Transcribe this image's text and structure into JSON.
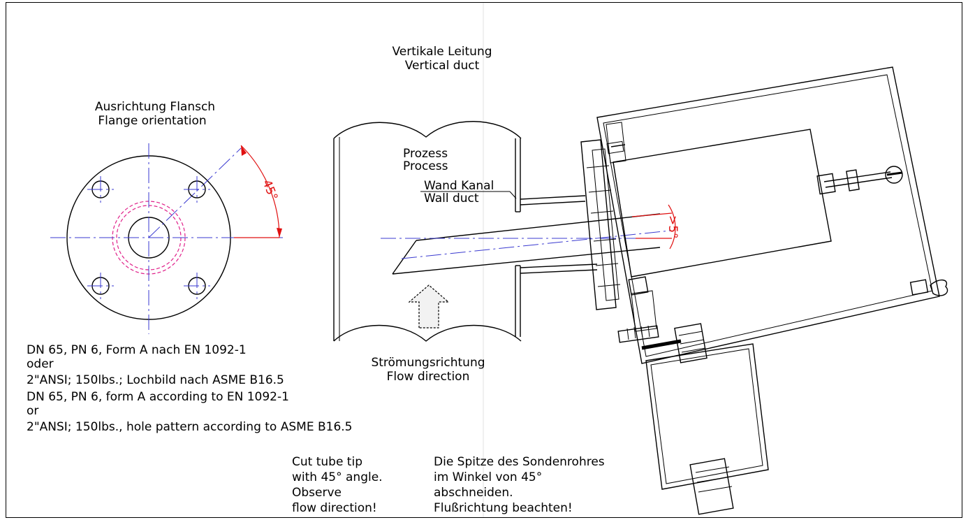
{
  "duct": {
    "title_de": "Vertikale Leitung",
    "title_en": "Vertical duct",
    "process_de": "Prozess",
    "process_en": "Process",
    "wall_de": "Wand Kanal",
    "wall_en": "Wall duct",
    "flow_de": "Strömungsrichtung",
    "flow_en": "Flow direction",
    "angle_label": ">5°"
  },
  "flange": {
    "title_de": "Ausrichtung Flansch",
    "title_en": "Flange orientation",
    "angle_label": "45°"
  },
  "spec_lines": [
    "DN 65, PN 6, Form A nach EN 1092-1",
    "oder",
    "2\"ANSI; 150lbs.; Lochbild nach ASME B16.5",
    "DN 65, PN 6, form A according to EN 1092-1",
    "or",
    "2\"ANSI; 150lbs., hole pattern according to ASME B16.5"
  ],
  "note_en": [
    "Cut tube tip",
    "with 45° angle.",
    "Observe",
    "flow direction!"
  ],
  "note_de": [
    "Die Spitze des Sondenrohres",
    "im Winkel von 45°",
    "abschneiden.",
    "Flußrichtung beachten!"
  ],
  "colors": {
    "dimension": "#e01010",
    "centerline": "#3a3ad0",
    "hidden": "#e0208a"
  }
}
